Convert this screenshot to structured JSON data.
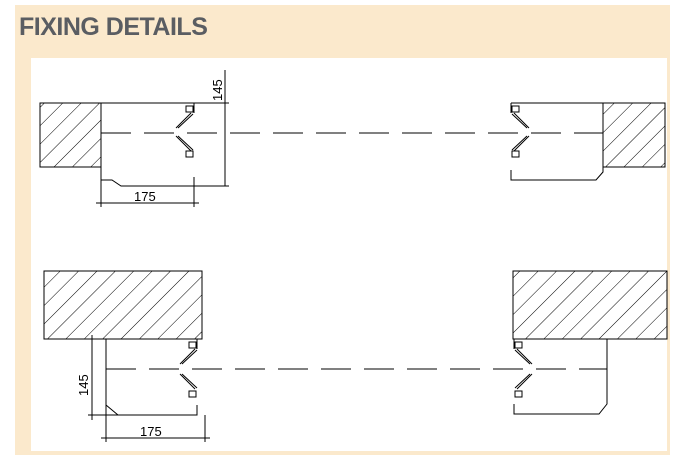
{
  "header": {
    "title": "FIXING DETAILS"
  },
  "details": [
    {
      "id": "top",
      "height_dim": "145",
      "width_dim": "175"
    },
    {
      "id": "bottom",
      "height_dim": "145",
      "width_dim": "175"
    }
  ],
  "colors": {
    "header_band": "#fbe9cc",
    "title_text": "#5a5d62",
    "line": "#000000"
  }
}
